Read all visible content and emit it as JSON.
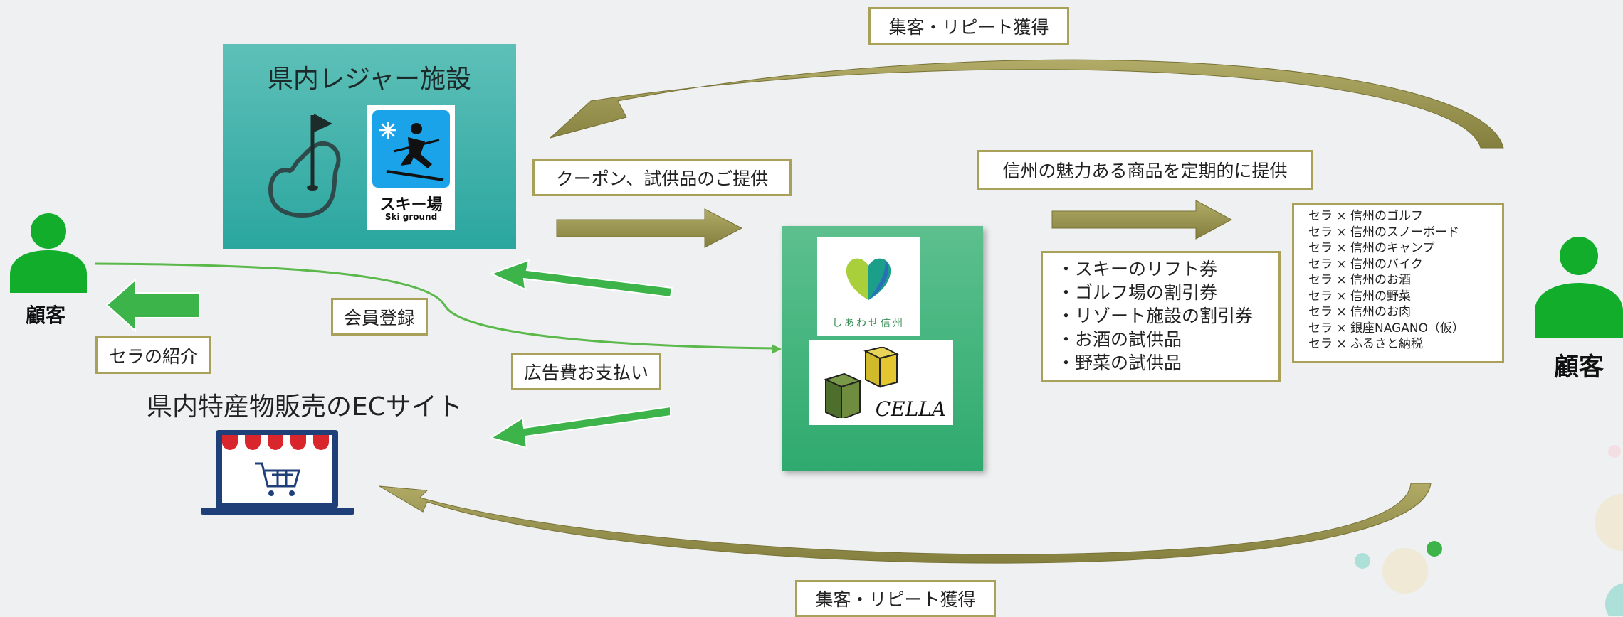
{
  "leisure": {
    "title": "県内レジャー施設",
    "ski_sign_main": "スキー場",
    "ski_sign_sub": "Ski ground"
  },
  "ec_site": {
    "title": "県内特産物販売のECサイト"
  },
  "customer_left": {
    "label": "顧客"
  },
  "customer_right": {
    "label": "顧客"
  },
  "labels": {
    "top_loop": "集客・リピート獲得",
    "bottom_loop": "集客・リピート獲得",
    "coupon": "クーポン、試供品のご提供",
    "member": "会員登録",
    "intro": "セラの紹介",
    "ad_fee": "広告費お支払い",
    "shinshu": "信州の魅力ある商品を定期的に提供"
  },
  "center": {
    "logo1_text": "しあわせ信州",
    "logo2_text": "CELLA"
  },
  "offers": [
    "・スキーのリフト券",
    "・ゴルフ場の割引券",
    "・リゾート施設の割引券",
    "・お酒の試供品",
    "・野菜の試供品"
  ],
  "products": [
    "セラ × 信州のゴルフ",
    "セラ × 信州のスノーボード",
    "セラ × 信州のキャンプ",
    "セラ × 信州のバイク",
    "セラ × 信州のお酒",
    "セラ × 信州の野菜",
    "セラ × 信州のお肉",
    "セラ × 銀座NAGANO（仮）",
    "セラ × ふるさと納税"
  ],
  "colors": {
    "olive": "#8a8643",
    "green_arrow": "#3cb44a",
    "person": "#12ad2b",
    "teal": "#3bb3ab",
    "box_border": "#a9a05a"
  }
}
